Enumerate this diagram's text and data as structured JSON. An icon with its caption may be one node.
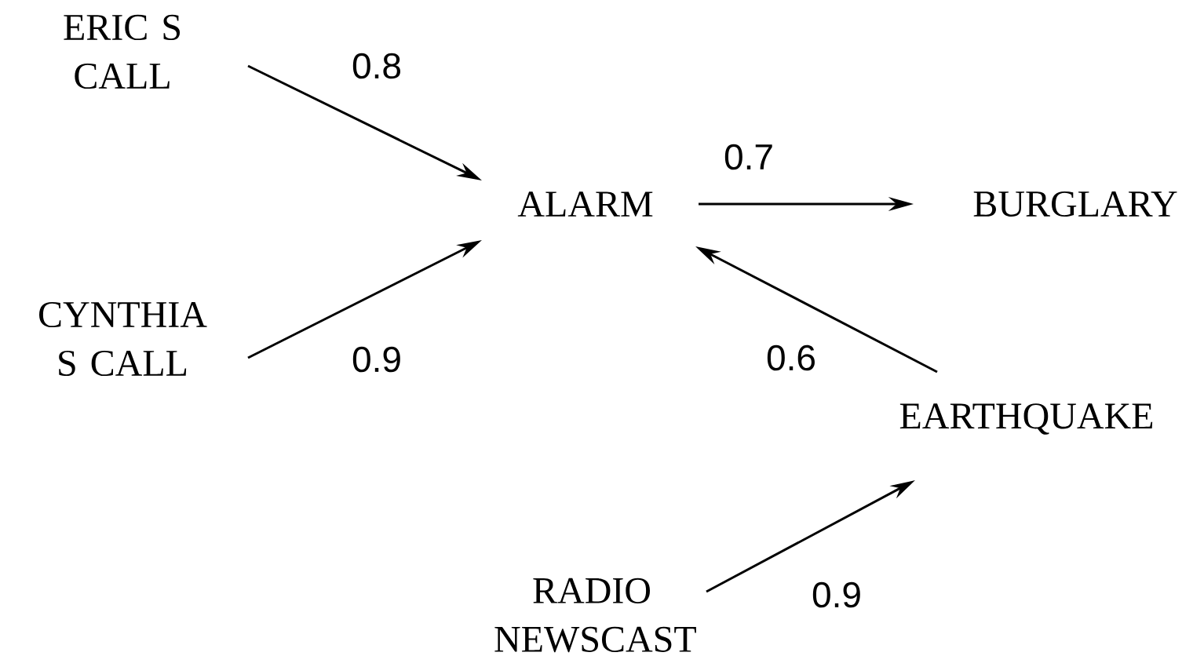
{
  "diagram": {
    "nodes": [
      {
        "text": [
          "ERIC S CALL"
        ]
      },
      {
        "text": [
          "CYNTHIA S CALL"
        ]
      },
      {
        "text": [
          "ALARM"
        ]
      },
      {
        "text": [
          "BURGLARY"
        ]
      },
      {
        "text": [
          "EARTHQUAKE"
        ]
      },
      {
        "text": [
          "RADIO NEWSCAST"
        ]
      }
    ],
    "edges": [
      {
        "from": 0,
        "to": 2,
        "arrow": "to",
        "label": "0.8"
      },
      {
        "from": 1,
        "to": 2,
        "arrow": "to",
        "label": "0.9"
      },
      {
        "from": 2,
        "to": 3,
        "arrow": "to",
        "label": "0.7"
      },
      {
        "from": 4,
        "to": 2,
        "arrow": "to",
        "label": "0.6"
      },
      {
        "from": 5,
        "to": 4,
        "arrow": "to",
        "label": "0.9"
      }
    ]
  }
}
